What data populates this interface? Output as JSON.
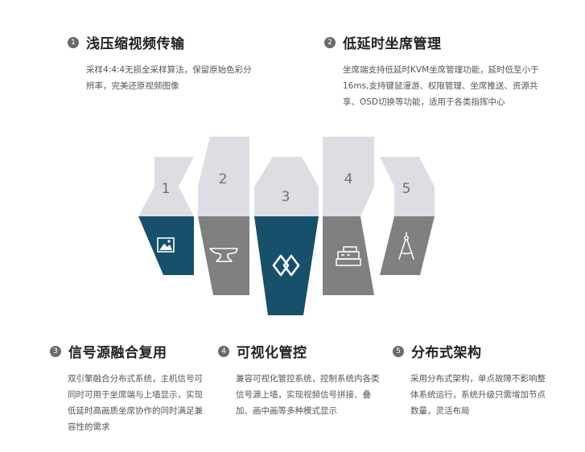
{
  "features": [
    {
      "number": "1",
      "title": "浅压缩视频传输",
      "desc": "采样4:4:4无损全采样算法，保留原始色彩分辨率，完美还原视频图像"
    },
    {
      "number": "2",
      "title": "低延时坐席管理",
      "desc": "坐席端支持低延时KVM坐席管理功能，延时低至小于16ms,支持键鼠漫游、权限管理、坐席推送、资源共享、OSD切换等功能，适用于各类指挥中心"
    },
    {
      "number": "3",
      "title": "信号源融合复用",
      "desc": "双引擎融合分布式系统，主机信号可同时可用于坐席端与上墙显示，实现低延时高画质坐席协作的同时满足兼容性的需求"
    },
    {
      "number": "4",
      "title": "可视化管控",
      "desc": "兼容可视化管控系统，控制系统内各类信号源上墙，实现视频信号拼接、叠加、画中画等多种模式显示"
    },
    {
      "number": "5",
      "title": "分布式架构",
      "desc": "采用分布式架构，单点故障不影响整体系统运行，系统升级只需增加节点数量，灵活布局"
    }
  ],
  "diagram": {
    "columns": [
      {
        "number": "1",
        "icon": "image-icon",
        "color": "#17506b"
      },
      {
        "number": "2",
        "icon": "anvil-icon",
        "color": "#808080"
      },
      {
        "number": "3",
        "icon": "link-diamond-icon",
        "color": "#17506b"
      },
      {
        "number": "4",
        "icon": "cash-register-icon",
        "color": "#808080"
      },
      {
        "number": "5",
        "icon": "compass-icon",
        "color": "#808080"
      }
    ],
    "top_color": "#dcdee3"
  }
}
